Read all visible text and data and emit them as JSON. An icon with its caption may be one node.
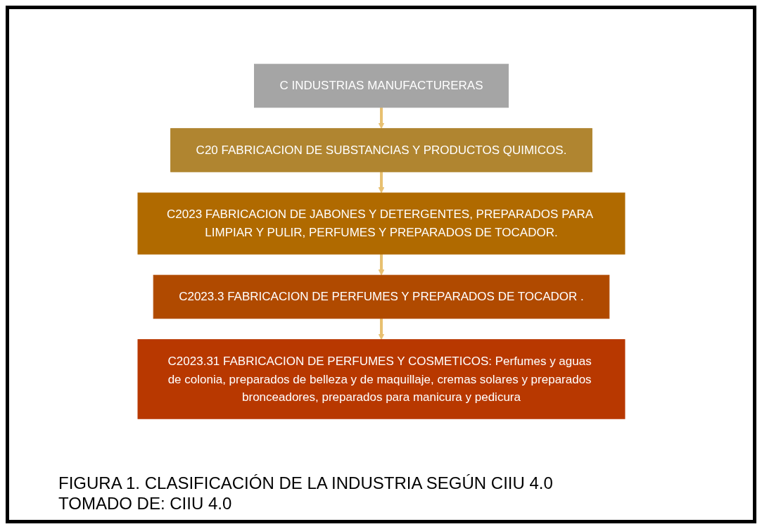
{
  "diagram": {
    "caption": "FIGURA 1. CLASIFICACIÓN DE LA INDUSTRIA SEGÚN CIIU 4.0",
    "nodes": [
      {
        "text": [
          "C INDUSTRIAS MANUFACTURERAS"
        ]
      },
      {
        "text": [
          "C20 FABRICACION DE SUBSTANCIAS Y PRODUCTOS QUIMICOS."
        ]
      },
      {
        "text": [
          "C2023 FABRICACION DE JABONES Y DETERGENTES, PREPARADOS PARA LIMPIAR Y PULIR, PERFUMES Y PREPARADOS DE TOCADOR."
        ]
      },
      {
        "text": [
          "C2023.3 FABRICACION DE PERFUMES Y PREPARADOS DE TOCADOR ."
        ]
      },
      {
        "text": [
          "C2023.31 FABRICACION DE PERFUMES Y COSMETICOS: Perfumes y aguas de colonia, preparados de belleza y de maquillaje, cremas solares y preparados bronceadores, preparados para manicura y pedicura"
        ]
      }
    ],
    "edges": [
      {
        "from": 0,
        "to": 1,
        "arrow": "to"
      },
      {
        "from": 1,
        "to": 2,
        "arrow": "to"
      },
      {
        "from": 2,
        "to": 3,
        "arrow": "to"
      },
      {
        "from": 3,
        "to": 4,
        "arrow": "to"
      }
    ],
    "labels": [
      "TOMADO DE: CIIU 4.0"
    ]
  }
}
